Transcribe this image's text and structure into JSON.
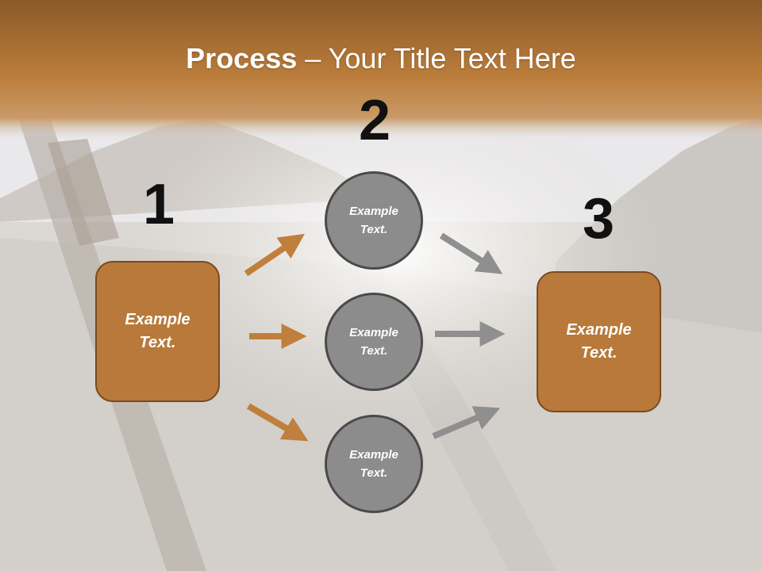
{
  "title": {
    "bold": "Process",
    "rest": " – Your Title Text Here"
  },
  "steps": {
    "one": "1",
    "two": "2",
    "three": "3"
  },
  "left_box": {
    "text": "Example\nText."
  },
  "right_box": {
    "text": "Example\nText."
  },
  "circles": [
    {
      "text": "Example\nText."
    },
    {
      "text": "Example\nText."
    },
    {
      "text": "Example\nText."
    }
  ],
  "colors": {
    "header": "#b87a36",
    "box_fill": "#b8793a",
    "circle_fill": "#8c8c8c",
    "orange_arrow": "#c07f3c",
    "gray_arrow": "#8f8f8f"
  }
}
